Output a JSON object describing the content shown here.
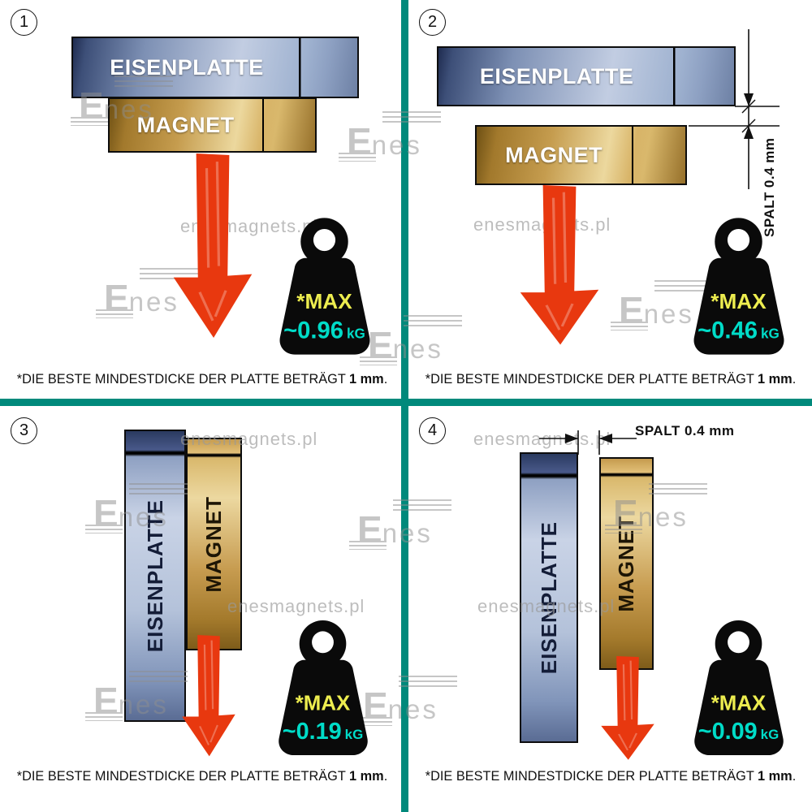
{
  "colors": {
    "divider": "#00897b",
    "arrow": "#e8380f",
    "weight_body": "#0a0a0a",
    "weight_max": "#eded4f",
    "weight_value": "#00dcc8"
  },
  "watermark": {
    "logo_e": "E",
    "logo_rest": "nes",
    "site": "enesmagnets.pl"
  },
  "spalt": {
    "label": "SPALT",
    "value": "0.4 mm"
  },
  "panels": [
    {
      "num": "1",
      "plate": "EISENPLATTE",
      "magnet": "MAGNET",
      "max_label": "*MAX",
      "value": "~0.96",
      "unit": "kG",
      "note": "*DIE BESTE MINDESTDICKE DER PLATTE BETRÄGT",
      "note_bold": "1 mm",
      "note_end": "."
    },
    {
      "num": "2",
      "plate": "EISENPLATTE",
      "magnet": "MAGNET",
      "max_label": "*MAX",
      "value": "~0.46",
      "unit": "kG",
      "note": "*DIE BESTE MINDESTDICKE DER PLATTE BETRÄGT",
      "note_bold": "1 mm",
      "note_end": "."
    },
    {
      "num": "3",
      "plate": "EISENPLATTE",
      "magnet": "MAGNET",
      "max_label": "*MAX",
      "value": "~0.19",
      "unit": "kG",
      "note": "*DIE BESTE MINDESTDICKE DER PLATTE BETRÄGT",
      "note_bold": "1 mm",
      "note_end": "."
    },
    {
      "num": "4",
      "plate": "EISENPLATTE",
      "magnet": "MAGNET",
      "max_label": "*MAX",
      "value": "~0.09",
      "unit": "kG",
      "note": "*DIE BESTE MINDESTDICKE DER PLATTE BETRÄGT",
      "note_bold": "1 mm",
      "note_end": "."
    }
  ]
}
